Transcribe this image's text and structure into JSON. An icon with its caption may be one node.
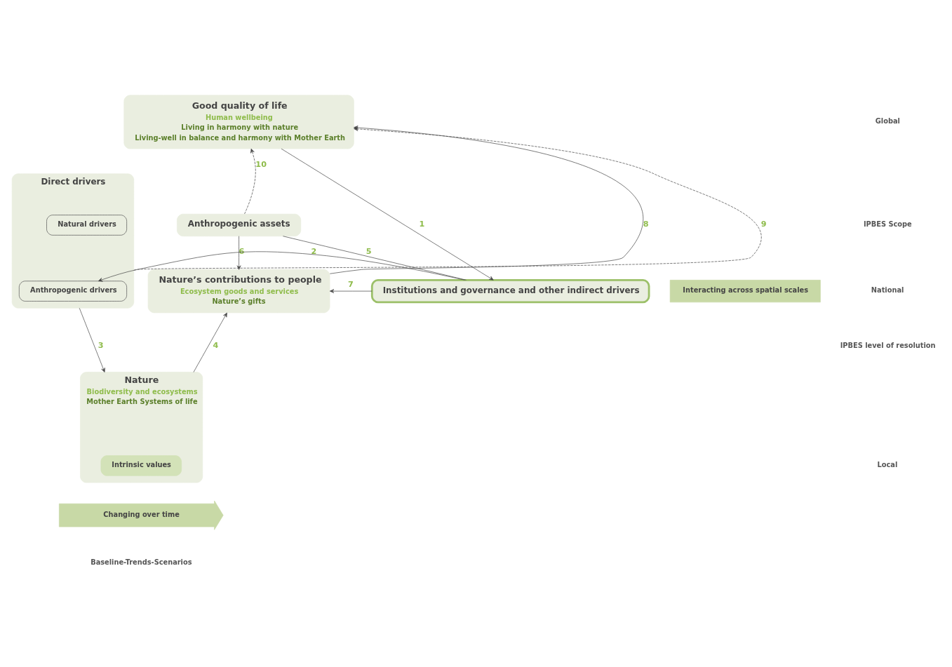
{
  "diagram": {
    "nodes": [
      {
        "text": [
          "Good quality of life",
          "Human wellbeing",
          "Living in harmony with nature",
          "Living-well in balance and harmony with Mother Earth"
        ]
      },
      {
        "text": [
          "Anthropogenic assets"
        ]
      },
      {
        "text": [
          "Nature’s contributions to people",
          "Ecosystem goods and services",
          "Nature’s gifts"
        ]
      },
      {
        "text": [
          "Institutions and governance and other indirect drivers"
        ]
      },
      {
        "text": [
          "Direct drivers"
        ]
      },
      {
        "text": [
          "Natural drivers"
        ],
        "in": 4
      },
      {
        "text": [
          "Anthropogenic drivers"
        ],
        "in": 4
      },
      {
        "text": [
          "Nature",
          "Biodiversity and ecosystems",
          "Mother Earth Systems of life"
        ]
      },
      {
        "text": [
          "Intrinsic values"
        ],
        "in": 7
      },
      {
        "text": [
          "Changing over time"
        ]
      },
      {
        "text": [
          "Interacting across spatial scales"
        ]
      }
    ],
    "edges": [
      {
        "from": 0,
        "to": 3,
        "arrow": "to",
        "label": "1"
      },
      {
        "from": 3,
        "to": 6,
        "arrow": "to",
        "label": "2"
      },
      {
        "from": 4,
        "to": 7,
        "arrow": "to",
        "label": "3"
      },
      {
        "from": 7,
        "to": 2,
        "arrow": "to",
        "label": "4"
      },
      {
        "from": 1,
        "to": 3,
        "arrow": "none",
        "label": "5"
      },
      {
        "from": 1,
        "to": 2,
        "arrow": "to",
        "label": "6"
      },
      {
        "from": 3,
        "to": 2,
        "arrow": "to",
        "label": "7"
      },
      {
        "from": 2,
        "to": 0,
        "arrow": "to",
        "label": "8"
      },
      {
        "from": 4,
        "to": 0,
        "arrow": "to",
        "label": "9",
        "style": "dashed"
      },
      {
        "from": 1,
        "to": 0,
        "arrow": "to",
        "label": "10",
        "style": "dashed"
      }
    ],
    "labels": [
      "Global",
      "IPBES Scope",
      "National",
      "IPBES level of resolution",
      "Local",
      "Baseline-Trends-Scenarios"
    ]
  }
}
